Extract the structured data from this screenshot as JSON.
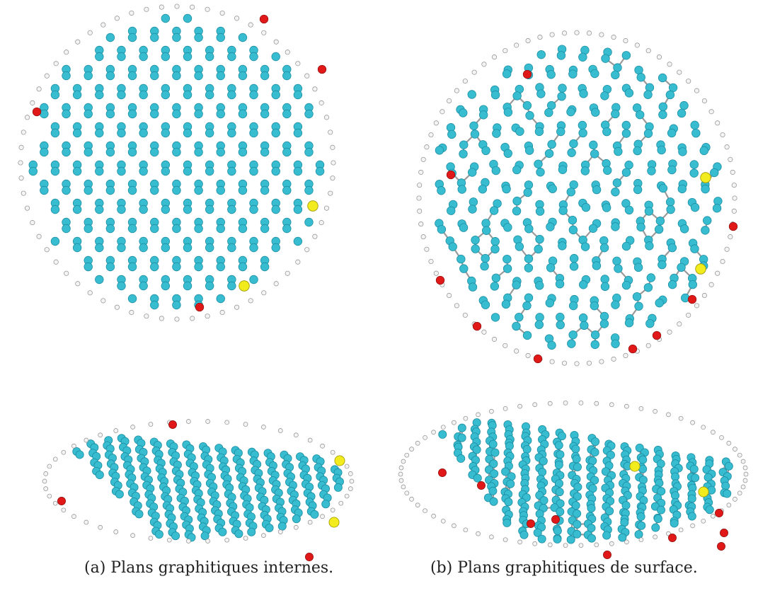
{
  "figure": {
    "panels": [
      {
        "id": "a",
        "caption": "(a) Plans graphitiques internes."
      },
      {
        "id": "b",
        "caption": "(b) Plans graphitiques de surface."
      }
    ]
  },
  "colors": {
    "carbon": "#38bcd0",
    "hydrogen": "#f4f4f4",
    "oxygen": "#e01818",
    "sulfur": "#f2ec1e",
    "bond": "#9a9a9a"
  }
}
